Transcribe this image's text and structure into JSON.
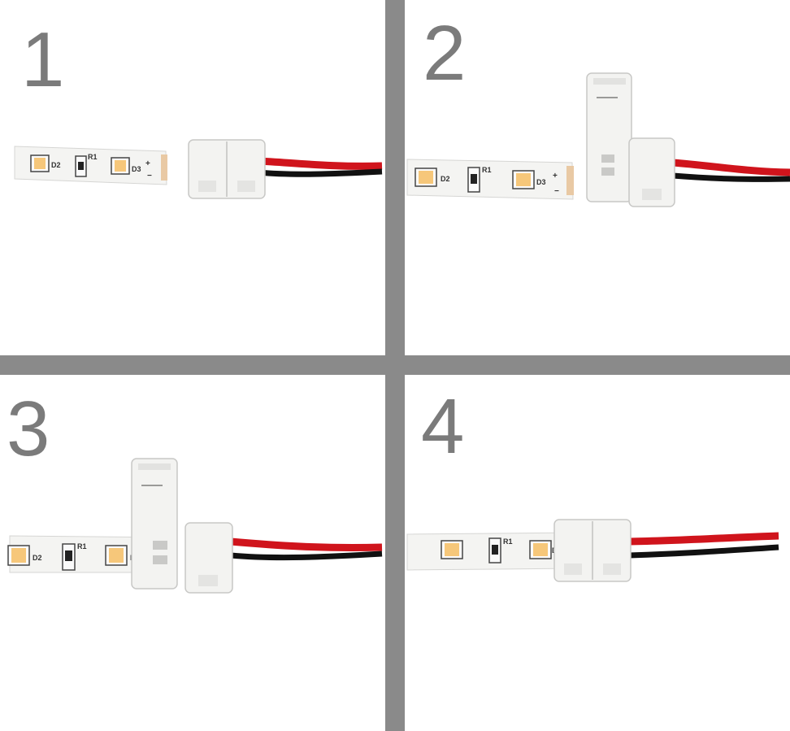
{
  "panels": [
    {
      "step": "1",
      "pcb": {
        "led_a": "D2",
        "resistor": "R1",
        "led_b": "D3",
        "plus": "+",
        "minus": "−"
      }
    },
    {
      "step": "2",
      "pcb": {
        "led_a": "D2",
        "resistor": "R1",
        "led_b": "D3",
        "plus": "+",
        "minus": "−"
      }
    },
    {
      "step": "3",
      "pcb": {
        "led_a": "D2",
        "resistor": "R1",
        "led_b": "D3",
        "plus": "+",
        "minus": "−"
      }
    },
    {
      "step": "4",
      "pcb": {
        "led_a": "D2",
        "resistor": "R1",
        "led_b": "D",
        "plus": "",
        "minus": ""
      }
    }
  ],
  "colors": {
    "divider": "#8a8a8a",
    "step_number": "#7b7b7b",
    "strip_base": "#f4f4f2",
    "led_chip": "#f6c77a",
    "wire_red": "#d0141c",
    "wire_black": "#111111",
    "connector": "#f3f3f1"
  }
}
